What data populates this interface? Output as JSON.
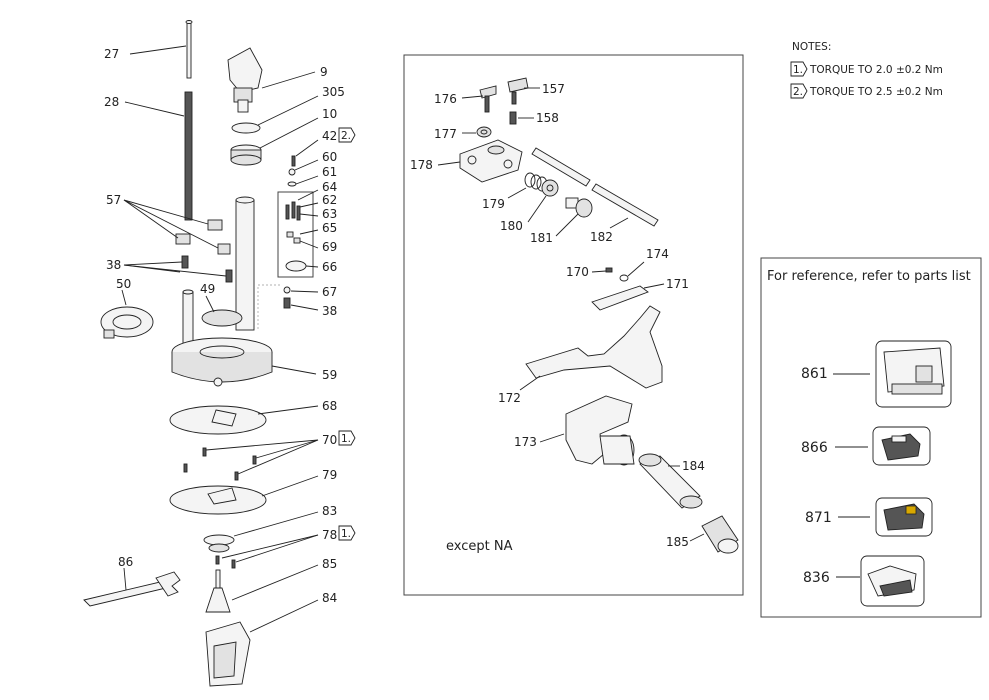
{
  "notes": {
    "title": "NOTES:",
    "items": [
      {
        "flag": "1.",
        "text": "TORQUE TO 2.0 ±0.2 Nm"
      },
      {
        "flag": "2.",
        "text": "TORQUE TO 2.5 ±0.2 Nm"
      }
    ]
  },
  "reference": {
    "title": "For reference, refer to parts list",
    "items": [
      "861",
      "866",
      "871",
      "836"
    ]
  },
  "inset": {
    "caption": "except NA"
  },
  "callouts": {
    "p27": "27",
    "p28": "28",
    "p9": "9",
    "p305": "305",
    "p10": "10",
    "p42": "42",
    "f42": "2.",
    "p60": "60",
    "p61": "61",
    "p64": "64",
    "p62": "62",
    "p63": "63",
    "p65": "65",
    "p69": "69",
    "p66": "66",
    "p67": "67",
    "p38b": "38",
    "p57": "57",
    "p38a": "38",
    "p50": "50",
    "p49": "49",
    "p59": "59",
    "p68": "68",
    "p70": "70",
    "f70": "1.",
    "p79": "79",
    "p83": "83",
    "p78": "78",
    "f78": "1.",
    "p85": "85",
    "p86": "86",
    "p84": "84",
    "p176": "176",
    "p157": "157",
    "p177": "177",
    "p158": "158",
    "p178": "178",
    "p179": "179",
    "p180": "180",
    "p181": "181",
    "p182": "182",
    "p170": "170",
    "p174": "174",
    "p171": "171",
    "p172": "172",
    "p173": "173",
    "p184": "184",
    "p185": "185"
  }
}
